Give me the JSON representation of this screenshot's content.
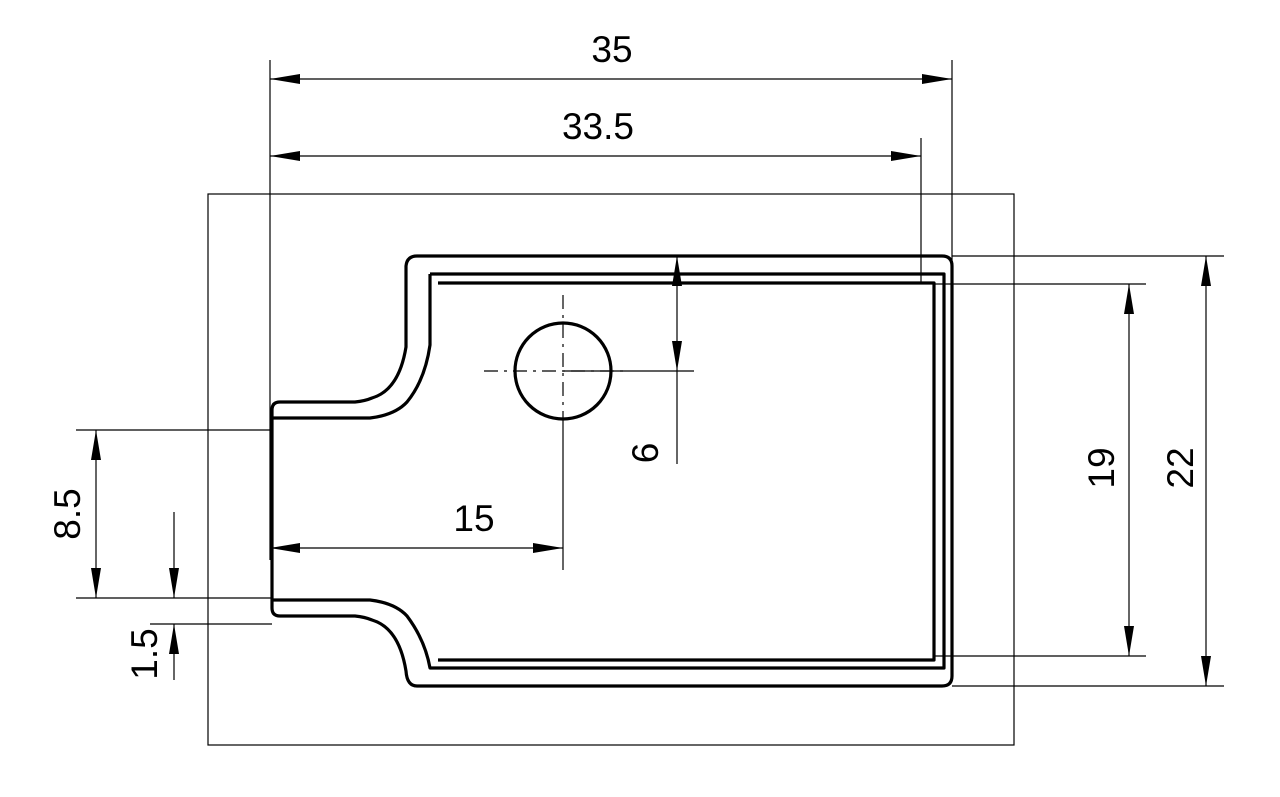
{
  "dimensions": {
    "overall_width": "35",
    "inner_width": "33.5",
    "overall_height": "22",
    "inner_height": "19",
    "tab_width": "8.5",
    "tab_offset": "1.5",
    "hole_x": "15",
    "hole_y": "6"
  }
}
